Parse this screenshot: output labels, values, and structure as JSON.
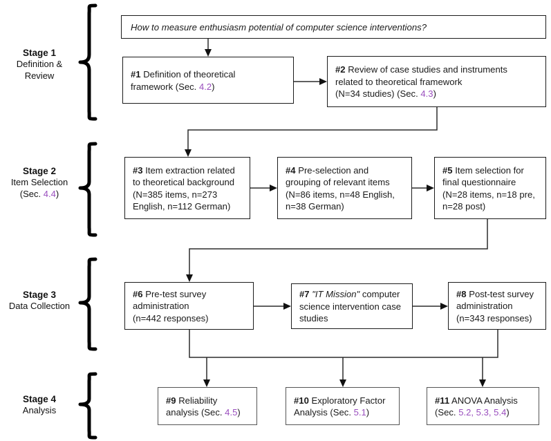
{
  "diagram": {
    "title": "Research methodology flowchart",
    "accent_section_color": "#9a4fbe",
    "box_border_color": "#1a1a1a",
    "analysis_box_border_color": "#555555"
  },
  "research_question": {
    "text": "How to measure enthusiasm potential of computer science interventions?"
  },
  "stages": [
    {
      "id": "stage-1",
      "title": "Stage 1",
      "sub_line_1": "Definition &",
      "sub_line_2": "Review",
      "sub_line_3": ""
    },
    {
      "id": "stage-2",
      "title": "Stage 2",
      "sub_line_1": "Item Selection",
      "sub_line_2": "(Sec. ",
      "sub_ref": "4.4",
      "sub_line_3": ")"
    },
    {
      "id": "stage-3",
      "title": "Stage 3",
      "sub_line_1": "Data Collection",
      "sub_line_2": "",
      "sub_line_3": ""
    },
    {
      "id": "stage-4",
      "title": "Stage 4",
      "sub_line_1": "Analysis",
      "sub_line_2": "",
      "sub_line_3": ""
    }
  ],
  "steps": [
    {
      "id": "step-1",
      "number": "#1",
      "lines": [
        {
          "text": " Definition of theoretical"
        },
        {
          "text": "framework (Sec. ",
          "ref": "4.2",
          "tail": ")"
        }
      ]
    },
    {
      "id": "step-2",
      "number": "#2",
      "lines": [
        {
          "text": " Review of case studies and instruments"
        },
        {
          "text": "related to theoretical framework"
        },
        {
          "text": "(N=34 studies) (Sec. ",
          "ref": "4.3",
          "tail": ")"
        }
      ]
    },
    {
      "id": "step-3",
      "number": "#3",
      "lines": [
        {
          "text": " Item extraction related"
        },
        {
          "text": "to theoretical background"
        },
        {
          "text": "(N=385 items, n=273"
        },
        {
          "text": "English, n=112 German)"
        }
      ]
    },
    {
      "id": "step-4",
      "number": "#4",
      "lines": [
        {
          "text": " Pre-selection and"
        },
        {
          "text": "grouping of relevant items"
        },
        {
          "text": "(N=86 items, n=48 English,"
        },
        {
          "text": "n=38 German)"
        }
      ]
    },
    {
      "id": "step-5",
      "number": "#5",
      "lines": [
        {
          "text": " Item selection for"
        },
        {
          "text": "final questionnaire"
        },
        {
          "text": "(N=28 items, n=18 pre,"
        },
        {
          "text": "n=28 post)"
        }
      ]
    },
    {
      "id": "step-6",
      "number": "#6",
      "lines": [
        {
          "text": " Pre-test survey"
        },
        {
          "text": "administration"
        },
        {
          "text": "(n=442 responses)"
        }
      ]
    },
    {
      "id": "step-7",
      "number": "#7",
      "lines": [
        {
          "text": " ",
          "italic": "\"IT Mission\"",
          "tail": " computer"
        },
        {
          "text": "science intervention case"
        },
        {
          "text": "studies"
        }
      ]
    },
    {
      "id": "step-8",
      "number": "#8",
      "lines": [
        {
          "text": " Post-test survey"
        },
        {
          "text": "administration"
        },
        {
          "text": "(n=343 responses)"
        }
      ]
    },
    {
      "id": "step-9",
      "number": "#9",
      "lines": [
        {
          "text": " Reliability"
        },
        {
          "text": "analysis (Sec. ",
          "ref": "4.5",
          "tail": ")"
        }
      ]
    },
    {
      "id": "step-10",
      "number": "#10",
      "lines": [
        {
          "text": " Exploratory Factor"
        },
        {
          "text": "Analysis (Sec. ",
          "ref": "5.1",
          "tail": ")"
        }
      ]
    },
    {
      "id": "step-11",
      "number": "#11",
      "lines": [
        {
          "text": " ANOVA Analysis"
        },
        {
          "text": "(Sec. ",
          "ref": "5.2, 5.3, 5.4",
          "tail": ")"
        }
      ]
    }
  ]
}
